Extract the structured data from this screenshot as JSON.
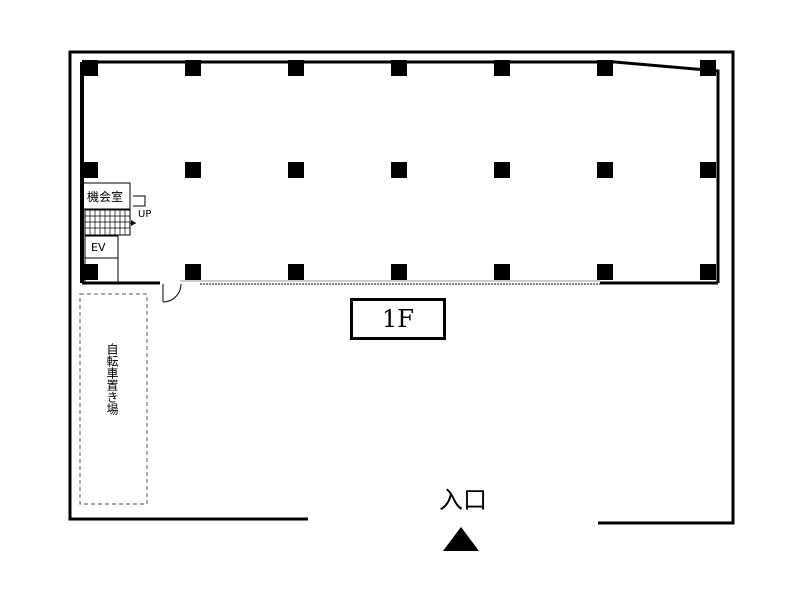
{
  "floor": {
    "label": "1F"
  },
  "entrance": {
    "label": "入口",
    "icon": "up-triangle-icon"
  },
  "rooms": {
    "meeting_room": "機会室",
    "elevator": "EV",
    "stairs_direction": "UP",
    "bicycle_parking": "自転車置き場"
  },
  "colors": {
    "line": "#000000",
    "background": "#ffffff",
    "dashed": "#555555"
  },
  "column_rows": 3,
  "column_cols": 7
}
